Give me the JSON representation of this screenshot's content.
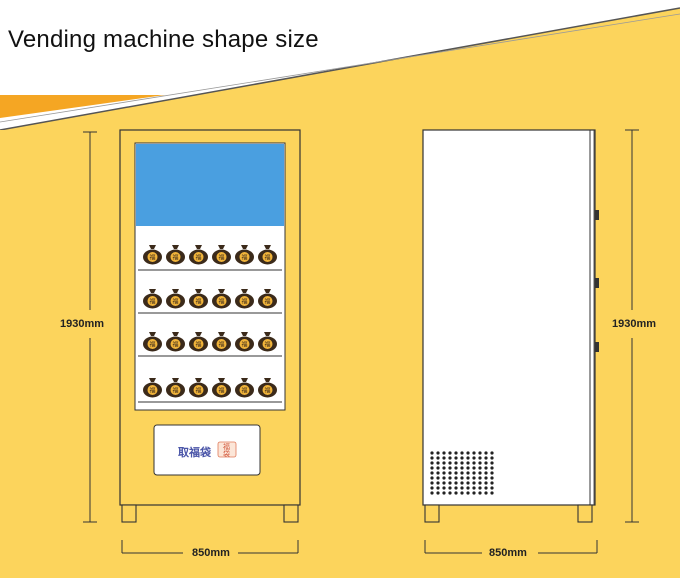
{
  "header": {
    "title": "Vending machine shape size"
  },
  "dimensions": {
    "height_left": "1930mm",
    "height_right": "1930mm",
    "width_front": "850mm",
    "width_side": "850mm"
  },
  "front_panel": {
    "kiosk_label": "取福袋",
    "kiosk_badge_top": "福",
    "kiosk_badge_bottom": "袋",
    "shelves": [
      {
        "items": [
          "福",
          "福",
          "福",
          "福",
          "福",
          "福"
        ]
      },
      {
        "items": [
          "福",
          "福",
          "福",
          "福",
          "福",
          "福"
        ]
      },
      {
        "items": [
          "福",
          "福",
          "福",
          "福",
          "福",
          "福"
        ]
      },
      {
        "items": [
          "福",
          "福",
          "福",
          "福",
          "福",
          "福"
        ]
      }
    ]
  },
  "colors": {
    "background": "#fcd45c",
    "header_bg": "#ffffff",
    "screen_blue": "#4a9fe0",
    "glass": "#ffffff",
    "outline": "#333333",
    "coin_gold": "#f1b43a",
    "coin_dark": "#3b2a1a"
  }
}
